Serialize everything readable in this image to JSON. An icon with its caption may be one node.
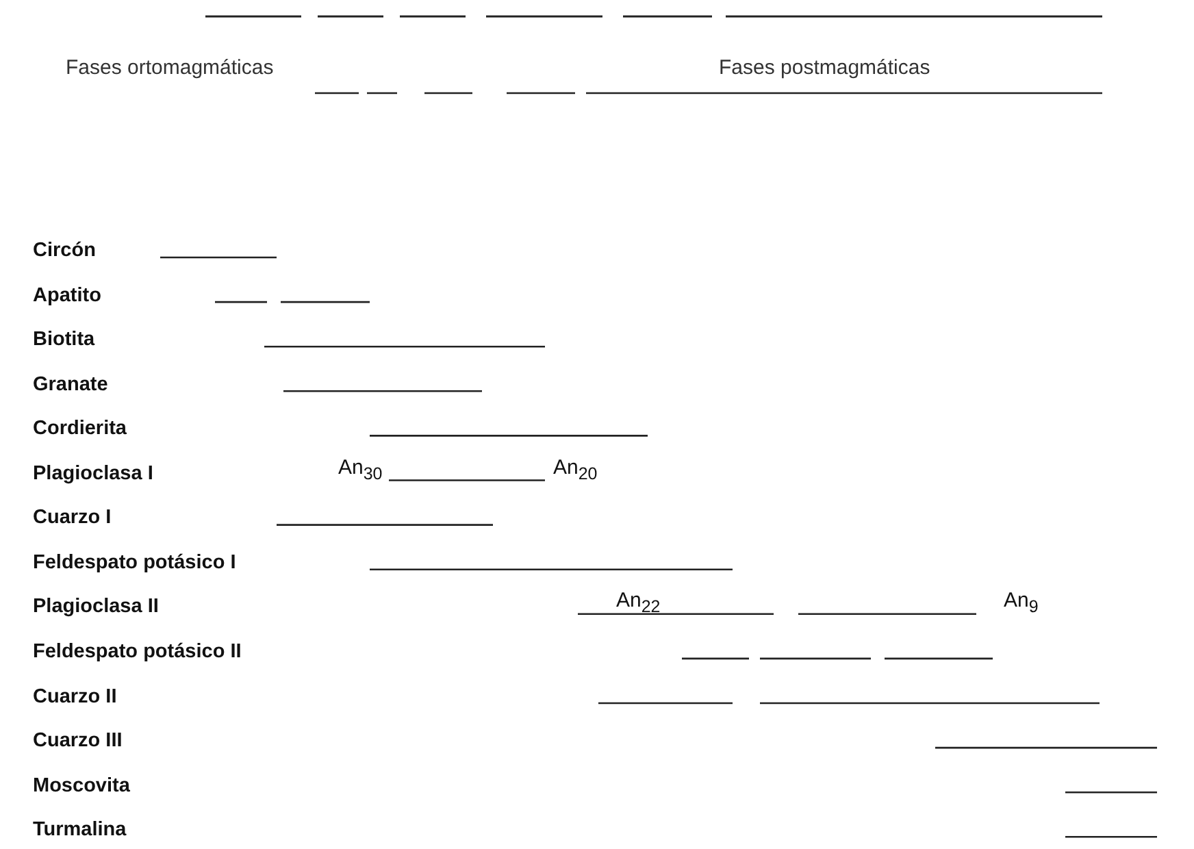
{
  "diagram": {
    "labels": [
      "Fases ortomagmáticas",
      "Fases postmagmáticas",
      "Circón",
      "Apatito",
      "Biotita",
      "Granate",
      "Cordierita",
      "Plagioclasa I",
      "An$_{30}$",
      "An$_{20}$",
      "Cuarzo I",
      "Feldespato potásico I",
      "Plagioclasa II",
      "An$_{22}$",
      "An$_{9}$",
      "Feldespato potásico II",
      "Cuarzo II",
      "Cuarzo III",
      "Moscovita",
      "Turmalina"
    ]
  }
}
